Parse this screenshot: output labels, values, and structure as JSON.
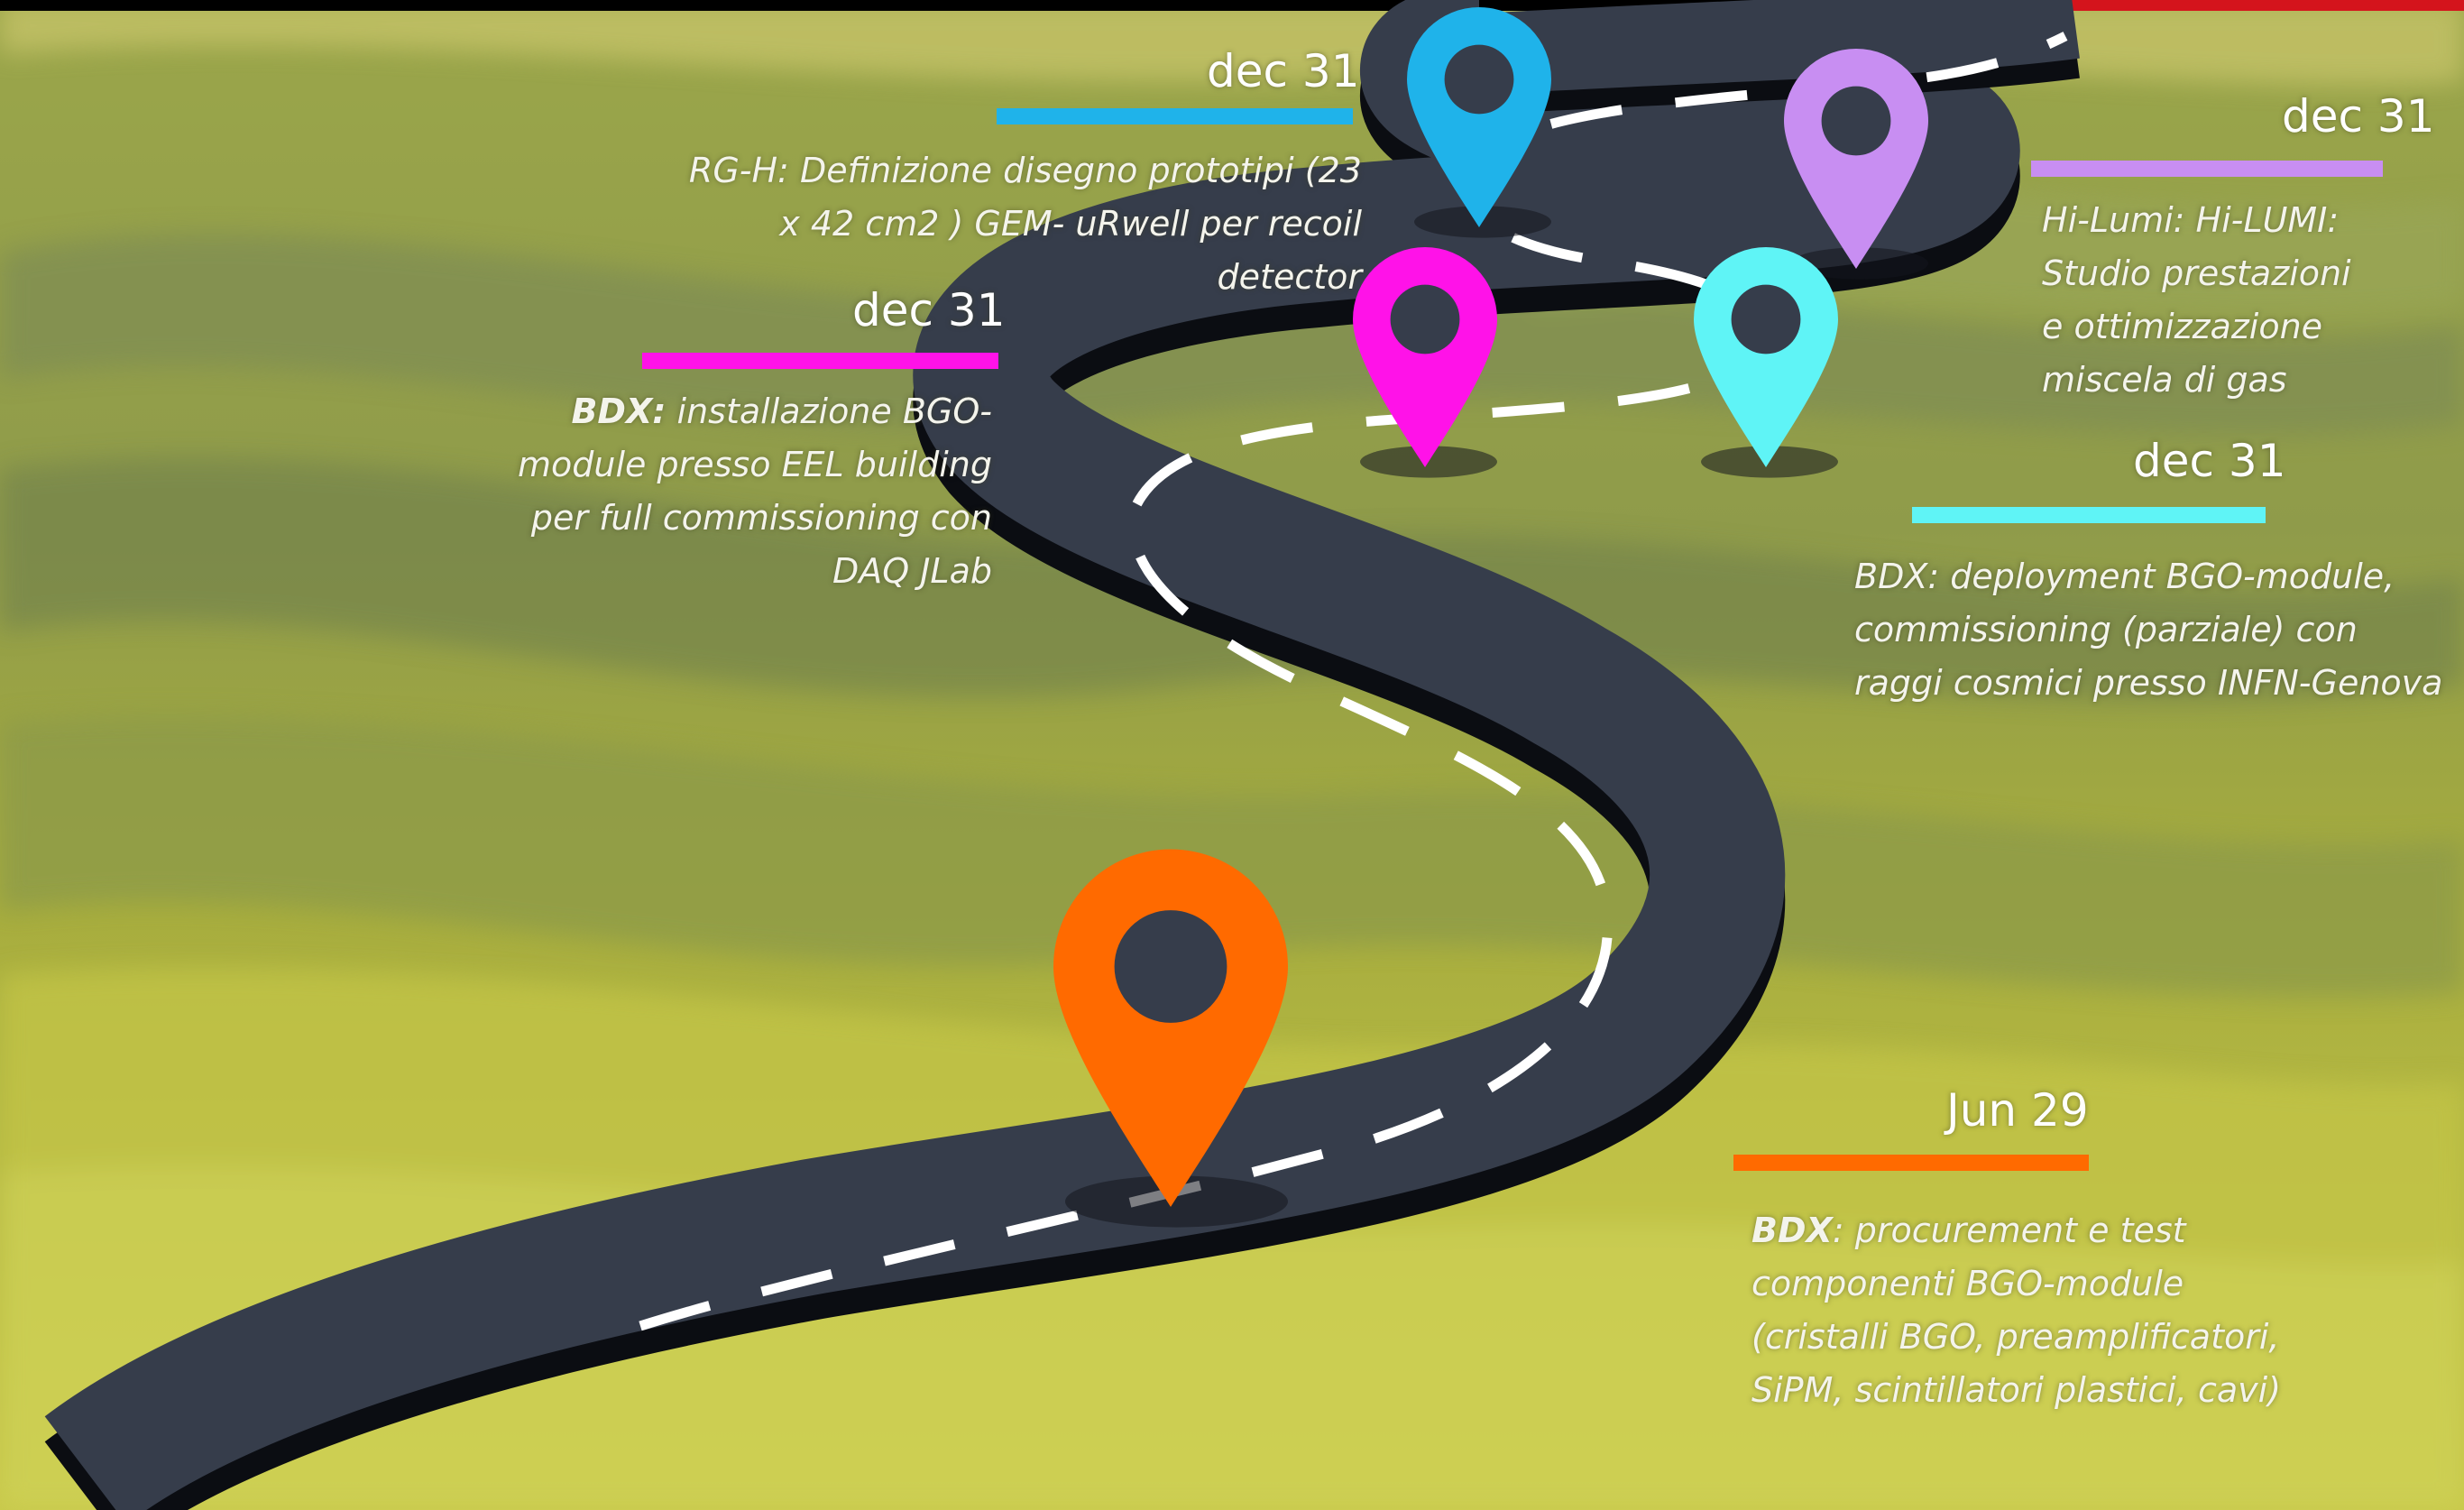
{
  "colors": {
    "sky_blue": "#1fb3ea",
    "lavender": "#c88ef2",
    "magenta": "#ff12e8",
    "cyan": "#5ff4f6",
    "orange": "#ff6a00",
    "road": "#363d4b",
    "top_bar": "#000000",
    "top_bar_accent": "#d4141c"
  },
  "milestones": [
    {
      "id": "rgh",
      "date": "dec 31",
      "prefix": "",
      "text": "RG-H: Definizione disegno prototipi (23 x 42 cm2 ) GEM- uRwell per recoil detector",
      "color": "sky_blue"
    },
    {
      "id": "hilumi",
      "date": "dec 31",
      "prefix": "",
      "text": "Hi-Lumi: Hi-LUMI: Studio prestazioni e ottimizzazione miscela di gas",
      "color": "lavender"
    },
    {
      "id": "bdx-install",
      "date": "dec 31",
      "prefix": "BDX:",
      "text": " installazione BGO-module presso EEL building per full commissioning con  DAQ JLab",
      "color": "magenta"
    },
    {
      "id": "bdx-deploy",
      "date": "dec 31",
      "prefix": "",
      "text": "BDX: deployment BGO-module, commissioning (parziale) con raggi cosmici presso INFN-Genova",
      "color": "cyan"
    },
    {
      "id": "bdx-procure",
      "date": "Jun 29",
      "prefix": "BDX",
      "text": ": procurement e test componenti BGO-module (cristalli BGO, preamplificatori, SiPM, scintillatori plastici, cavi)",
      "color": "orange"
    }
  ],
  "pins": [
    {
      "name": "pin-sky-blue-icon",
      "color": "sky_blue"
    },
    {
      "name": "pin-lavender-icon",
      "color": "lavender"
    },
    {
      "name": "pin-magenta-icon",
      "color": "magenta"
    },
    {
      "name": "pin-cyan-icon",
      "color": "cyan"
    },
    {
      "name": "pin-orange-icon",
      "color": "orange"
    }
  ]
}
